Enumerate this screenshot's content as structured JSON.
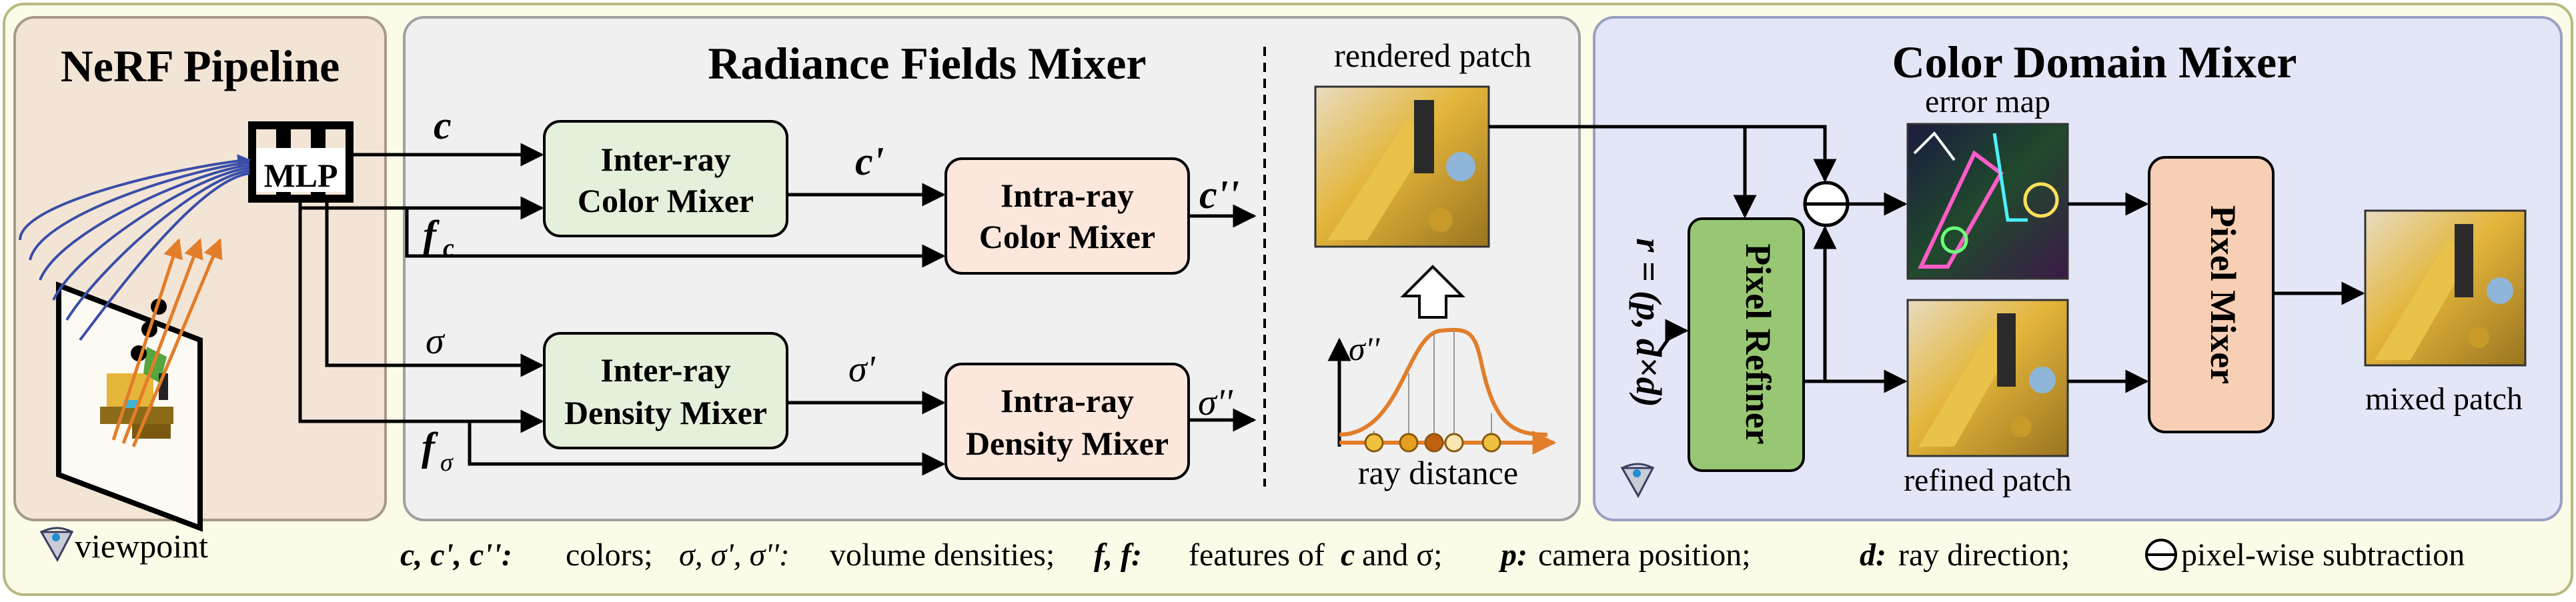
{
  "panels": {
    "nerf": {
      "title": "NeRF Pipeline",
      "mlp": "MLP",
      "viewpoint": "viewpoint"
    },
    "rfm": {
      "title": "Radiance Fields Mixer",
      "inter_color_l1": "Inter-ray",
      "inter_color_l2": "Color Mixer",
      "intra_color_l1": "Intra-ray",
      "intra_color_l2": "Color Mixer",
      "inter_density_l1": "Inter-ray",
      "inter_density_l2": "Density Mixer",
      "intra_density_l1": "Intra-ray",
      "intra_density_l2": "Density Mixer",
      "rendered_patch": "rendered patch",
      "sigma_dd": "σ''",
      "ray_distance": "ray distance"
    },
    "cdm": {
      "title": "Color Domain Mixer",
      "error_map": "error map",
      "pixel_refiner": "Pixel Refiner",
      "pixel_mixer": "Pixel Mixer",
      "refined_patch": "refined patch",
      "mixed_patch": "mixed patch",
      "r_formula": "r = (p, d×d)"
    }
  },
  "signals": {
    "c": "c",
    "c_prime": "c'",
    "c_dd": "c''",
    "f_c": "f",
    "f_c_sub": "c",
    "sigma": "σ",
    "sigma_prime": "σ'",
    "sigma_dd": "σ''",
    "f_s": "f",
    "f_s_sub": "σ"
  },
  "legend": {
    "colors_syms": "c, c', c'':",
    "colors_text": "colors;",
    "dens_syms": "σ, σ', σ'':",
    "dens_text": "volume densities;",
    "feat_syms": "f, f:",
    "feat_text_a": "features of",
    "feat_c": "c",
    "feat_and": "and σ;",
    "cam_sym": "p:",
    "cam_text": "camera position;",
    "dir_sym": "d:",
    "dir_text": "ray direction;",
    "sub_text": "pixel-wise subtraction"
  },
  "colors": {
    "nerf_bg": "#f3e5d6",
    "rfm_bg": "#f0f0f0",
    "cdm_bg": "#e3e6f6",
    "outer_bg": "#fbfbe8",
    "inter_fill": "#e5f0dc",
    "intra_fill": "#fce7dc",
    "refiner_fill": "#98c773",
    "pixel_mixer_fill": "#f7cfb5",
    "curve": "#e27d2a"
  }
}
